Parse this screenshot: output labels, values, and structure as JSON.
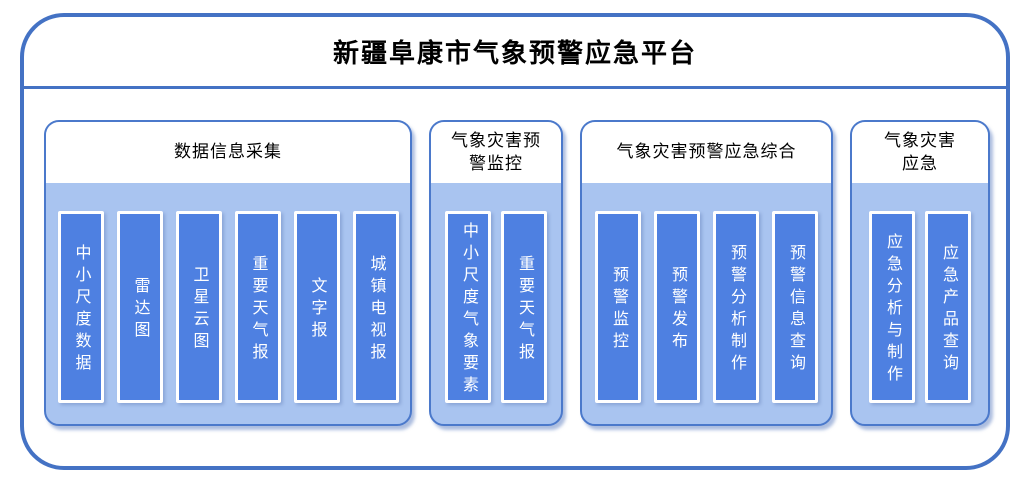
{
  "title": "新疆阜康市气象预警应急平台",
  "colors": {
    "frame_border": "#4472C4",
    "group_border": "#4B79CB",
    "group_body_fill": "#A9C4F0",
    "group_header_fill": "#FFFFFF",
    "item_fill": "#4E80E1",
    "item_text": "#FFFFFF",
    "title_text": "#000000"
  },
  "groups": [
    {
      "header": "数据信息采集",
      "items": [
        "中小尺度数据",
        "雷达图",
        "卫星云图",
        "重要天气报",
        "文字报",
        "城镇电视报"
      ]
    },
    {
      "header": "气象灾害预\n警监控",
      "items": [
        "中小尺度气象要素",
        "重要天气报"
      ]
    },
    {
      "header": "气象灾害预警应急综合",
      "items": [
        "预警监控",
        "预警发布",
        "预警分析制作",
        "预警信息查询"
      ]
    },
    {
      "header": "气象灾害\n应急",
      "items": [
        "应急分析与制作",
        "应急产品查询"
      ]
    }
  ]
}
